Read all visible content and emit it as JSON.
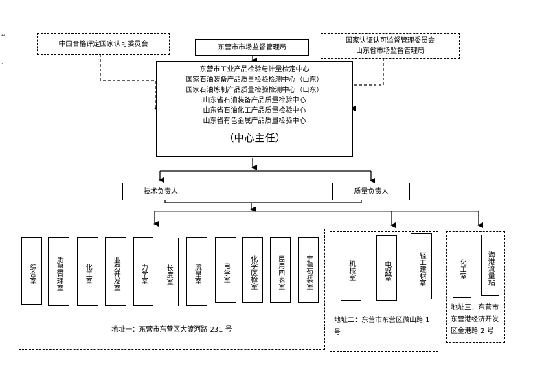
{
  "top": {
    "cnas": "中国合格评定国家认可委员会",
    "city_bureau": "东营市市场监督管理局",
    "right_authority": [
      "国家认证认可监督管理委员会",
      "山东省市场监督管理局"
    ]
  },
  "center": {
    "names": [
      "东营市工业产品检验与计量检定中心",
      "国家石油装备产品质量检验检测中心（山东）",
      "国家石油炼制产品质量检验检测中心（山东）",
      "山东省石油装备产品质量检验中心",
      "山东省石油化工产品质量检验中心",
      "山东省有色金属产品质量检验中心"
    ],
    "director": "（中心主任）"
  },
  "managers": {
    "technical": "技术负责人",
    "quality": "质量负责人"
  },
  "site1": {
    "rooms": [
      "综合室",
      "质量管理室",
      "化工室",
      "业务开发室",
      "力学室",
      "长度室",
      "流量室",
      "电学室",
      "化学医检室",
      "民用四表室",
      "定量包装室"
    ],
    "address": "地址一：东营市东营区大渡河路 231 号"
  },
  "site2": {
    "rooms": [
      "机械室",
      "电器室",
      "轻工建材室"
    ],
    "address": "地址二：东营市东营区微山路 1 号"
  },
  "site3": {
    "rooms": [
      "化工室",
      "海港流量站"
    ],
    "address": "地址三：东营市东营港经济开发区金港路 2 号"
  },
  "marks": {
    "return": "↵",
    "para": "."
  }
}
